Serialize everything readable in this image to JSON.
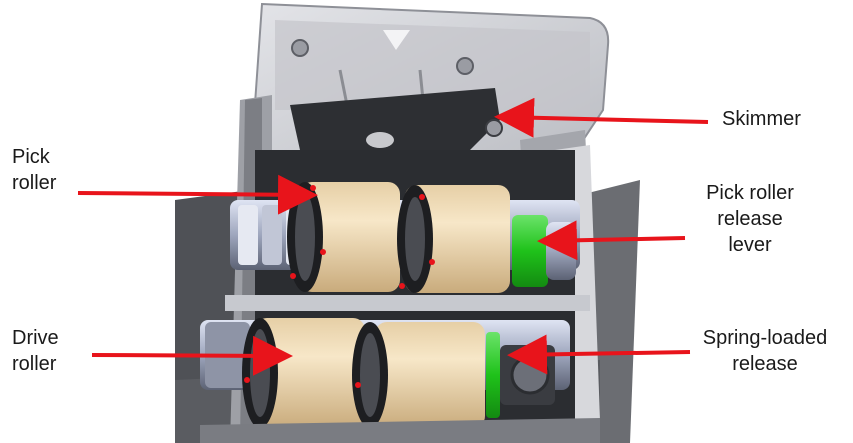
{
  "labels": {
    "skimmer": [
      "Skimmer"
    ],
    "pick_roller": [
      "Pick",
      "roller"
    ],
    "pick_roller_release_lever": [
      "Pick roller",
      "release",
      "lever"
    ],
    "drive_roller": [
      "Drive",
      "roller"
    ],
    "spring_loaded_release": [
      "Spring-loaded",
      "release"
    ]
  },
  "colors": {
    "arrow": "#e8141b",
    "roller": "#f1dcb8",
    "roller_shade": "#d9bf93",
    "lever": "#1fc21a",
    "frame": "#b9bcc3",
    "frame_dark": "#4a4c52",
    "housing": "#d2d3d7",
    "skimmer": "#2d2f33"
  }
}
